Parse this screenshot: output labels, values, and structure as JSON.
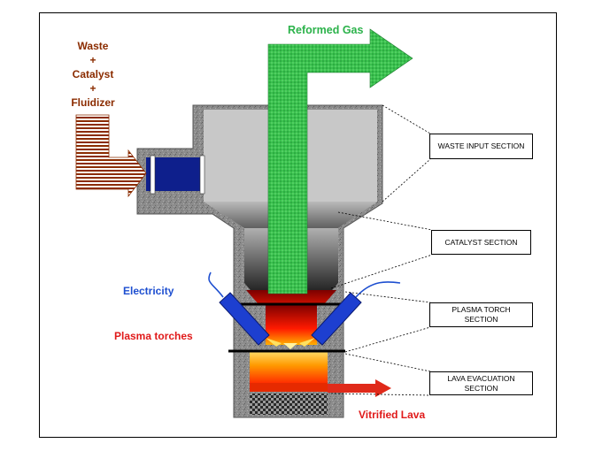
{
  "inputs": {
    "line1": "Waste",
    "line2": "+",
    "line3": "Catalyst",
    "line4": "+",
    "line5": "Fluidizer"
  },
  "outputs": {
    "gas": "Reformed Gas",
    "lava": "Vitrified Lava"
  },
  "labels": {
    "electricity": "Electricity",
    "plasma_torches": "Plasma torches"
  },
  "sections": {
    "waste_input": "WASTE INPUT SECTION",
    "catalyst": "CATALYST SECTION",
    "plasma_torch_l1": "PLASMA TORCH",
    "plasma_torch_l2": "SECTION",
    "lava_evac_l1": "LAVA EVACUATION",
    "lava_evac_l2": "SECTION"
  },
  "colors": {
    "gas": "#2bb24a",
    "feed": "#8b2c00",
    "electricity": "#1e4fd0",
    "torch": "#e01a1a"
  }
}
